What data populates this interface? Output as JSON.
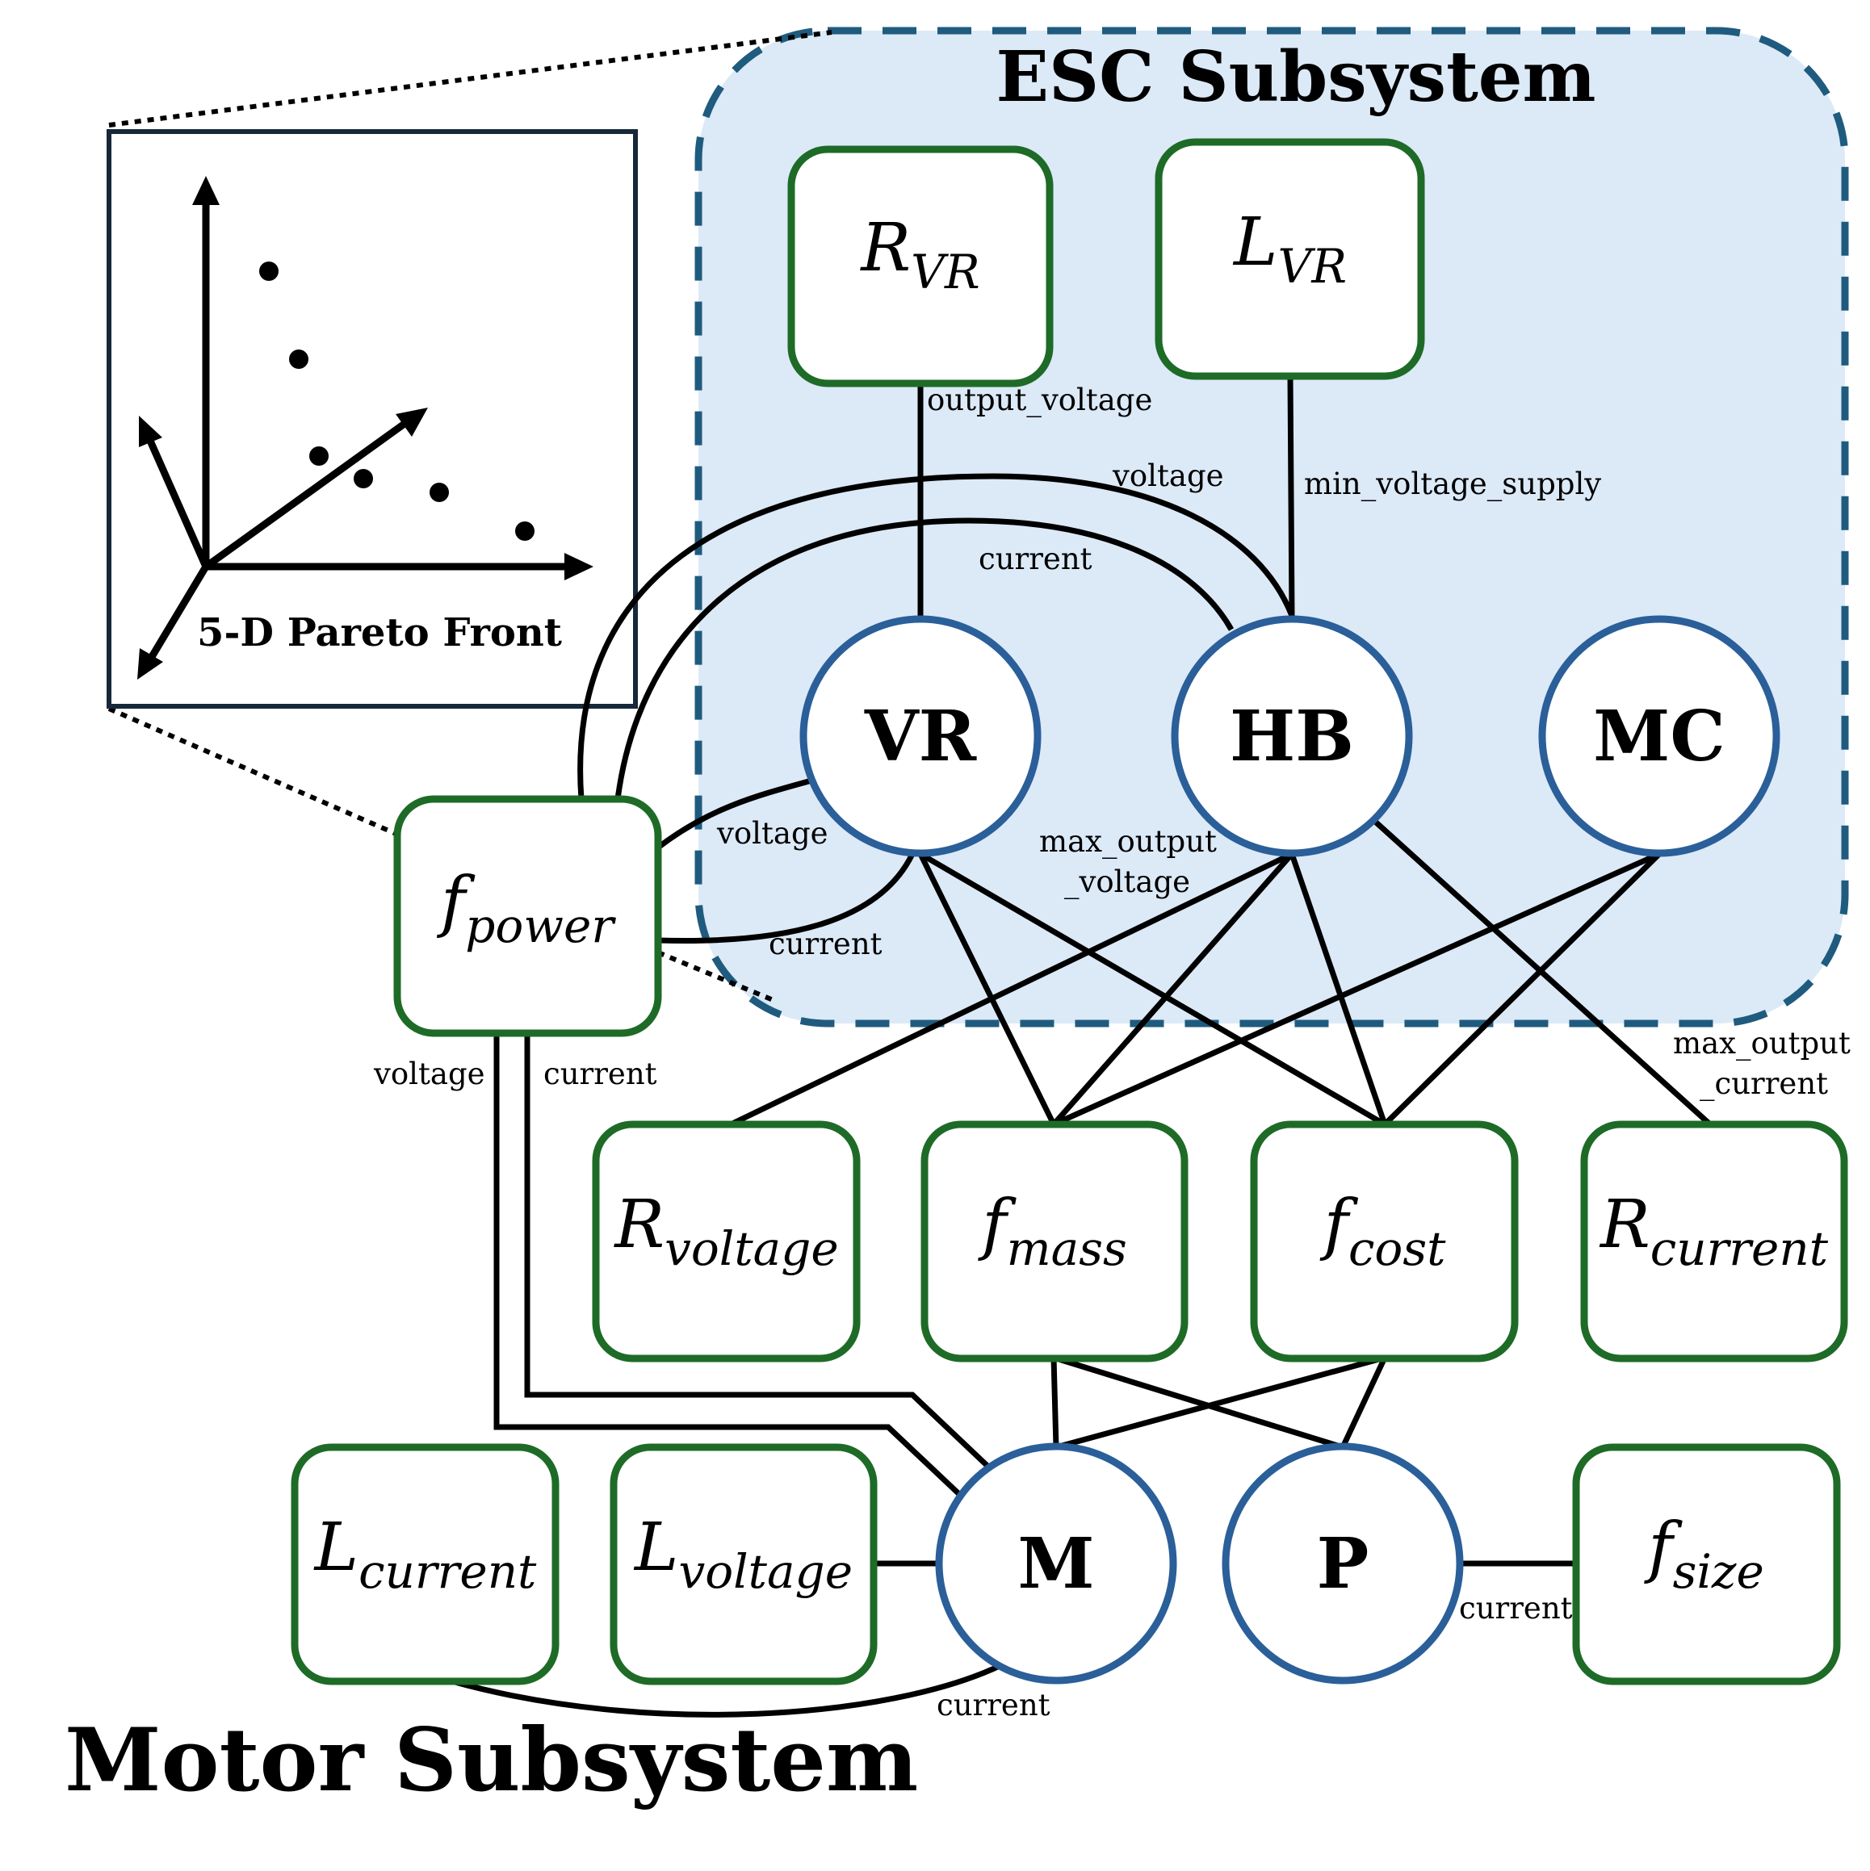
{
  "esc_subsystem": {
    "title": "ESC Subsystem",
    "region_fill": "#dce9f7",
    "region_border": "#1f5b7e"
  },
  "motor_subsystem": {
    "title": "Motor Subsystem"
  },
  "pareto": {
    "label": "5-D Pareto Front"
  },
  "colors": {
    "component_border": "#2a5f99",
    "constraint_border": "#1e6b27",
    "edge": "#000000"
  },
  "components": {
    "vr": "VR",
    "hb": "HB",
    "mc": "MC",
    "m": "M",
    "p": "P"
  },
  "boxes": {
    "r_vr": {
      "main": "R",
      "sub": "VR"
    },
    "l_vr": {
      "main": "L",
      "sub": "VR"
    },
    "f_power": {
      "main": "f",
      "sub": "power"
    },
    "r_voltage": {
      "main": "R",
      "sub": "voltage"
    },
    "f_mass": {
      "main": "f",
      "sub": "mass"
    },
    "f_cost": {
      "main": "f",
      "sub": "cost"
    },
    "r_current": {
      "main": "R",
      "sub": "current"
    },
    "l_current": {
      "main": "L",
      "sub": "current"
    },
    "l_voltage": {
      "main": "L",
      "sub": "voltage"
    },
    "f_size": {
      "main": "f",
      "sub": "size"
    }
  },
  "edge_labels": {
    "output_voltage": "output_voltage",
    "min_voltage_supply": "min_voltage_supply",
    "voltage_outer": "voltage",
    "current_outer": "current",
    "voltage_vr": "voltage",
    "current_vr": "current",
    "max_output_voltage_1": "max_output",
    "max_output_voltage_2": "_voltage",
    "max_output_current_1": "max_output",
    "max_output_current_2": "_current",
    "voltage_down": "voltage",
    "current_down": "current",
    "current_p": "current",
    "current_m": "current"
  }
}
